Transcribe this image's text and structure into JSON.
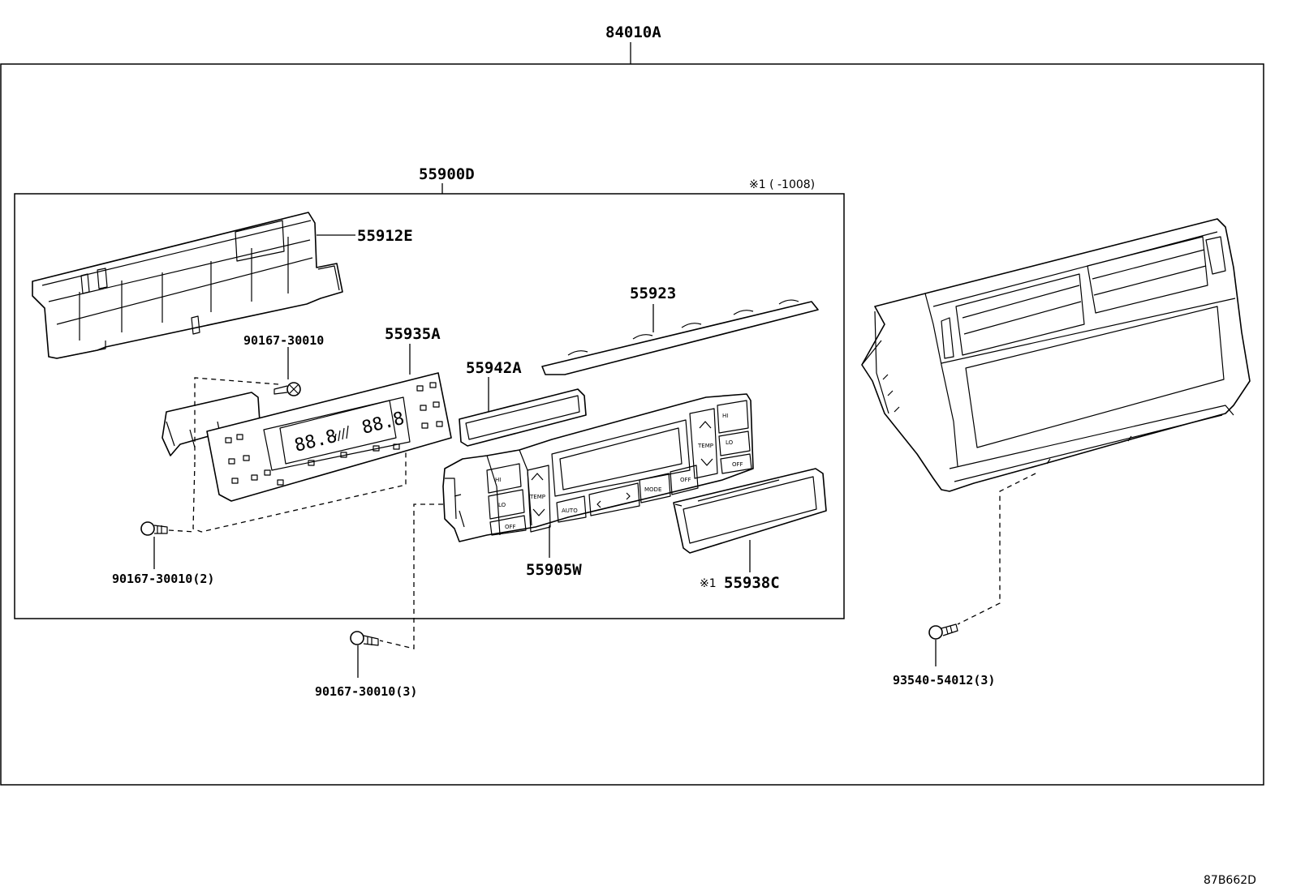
{
  "assembly": {
    "part_no": "84010A"
  },
  "sub_assembly": {
    "part_no": "55900D",
    "note": "※1 (     -1008)"
  },
  "parts": {
    "p55912E": "55912E",
    "p55923": "55923",
    "p55935A": "55935A",
    "p55942A": "55942A",
    "p55905W": "55905W",
    "p55938C_mark": "※1",
    "p55938C": "55938C",
    "screw_top": "90167-30010",
    "screw_left": "90167-30010(2)",
    "screw_bottom": "90167-30010(3)",
    "screw_right": "93540-54012(3)"
  },
  "panel_labels": {
    "temp": "TEMP",
    "auto": "AUTO",
    "mode": "MODE",
    "fan_off": "OFF",
    "off": "OFF",
    "hi": "HI",
    "lo": "LO",
    "lcd_left": "88.8",
    "lcd_right": "88.8"
  },
  "illustration_code": "87B662D"
}
